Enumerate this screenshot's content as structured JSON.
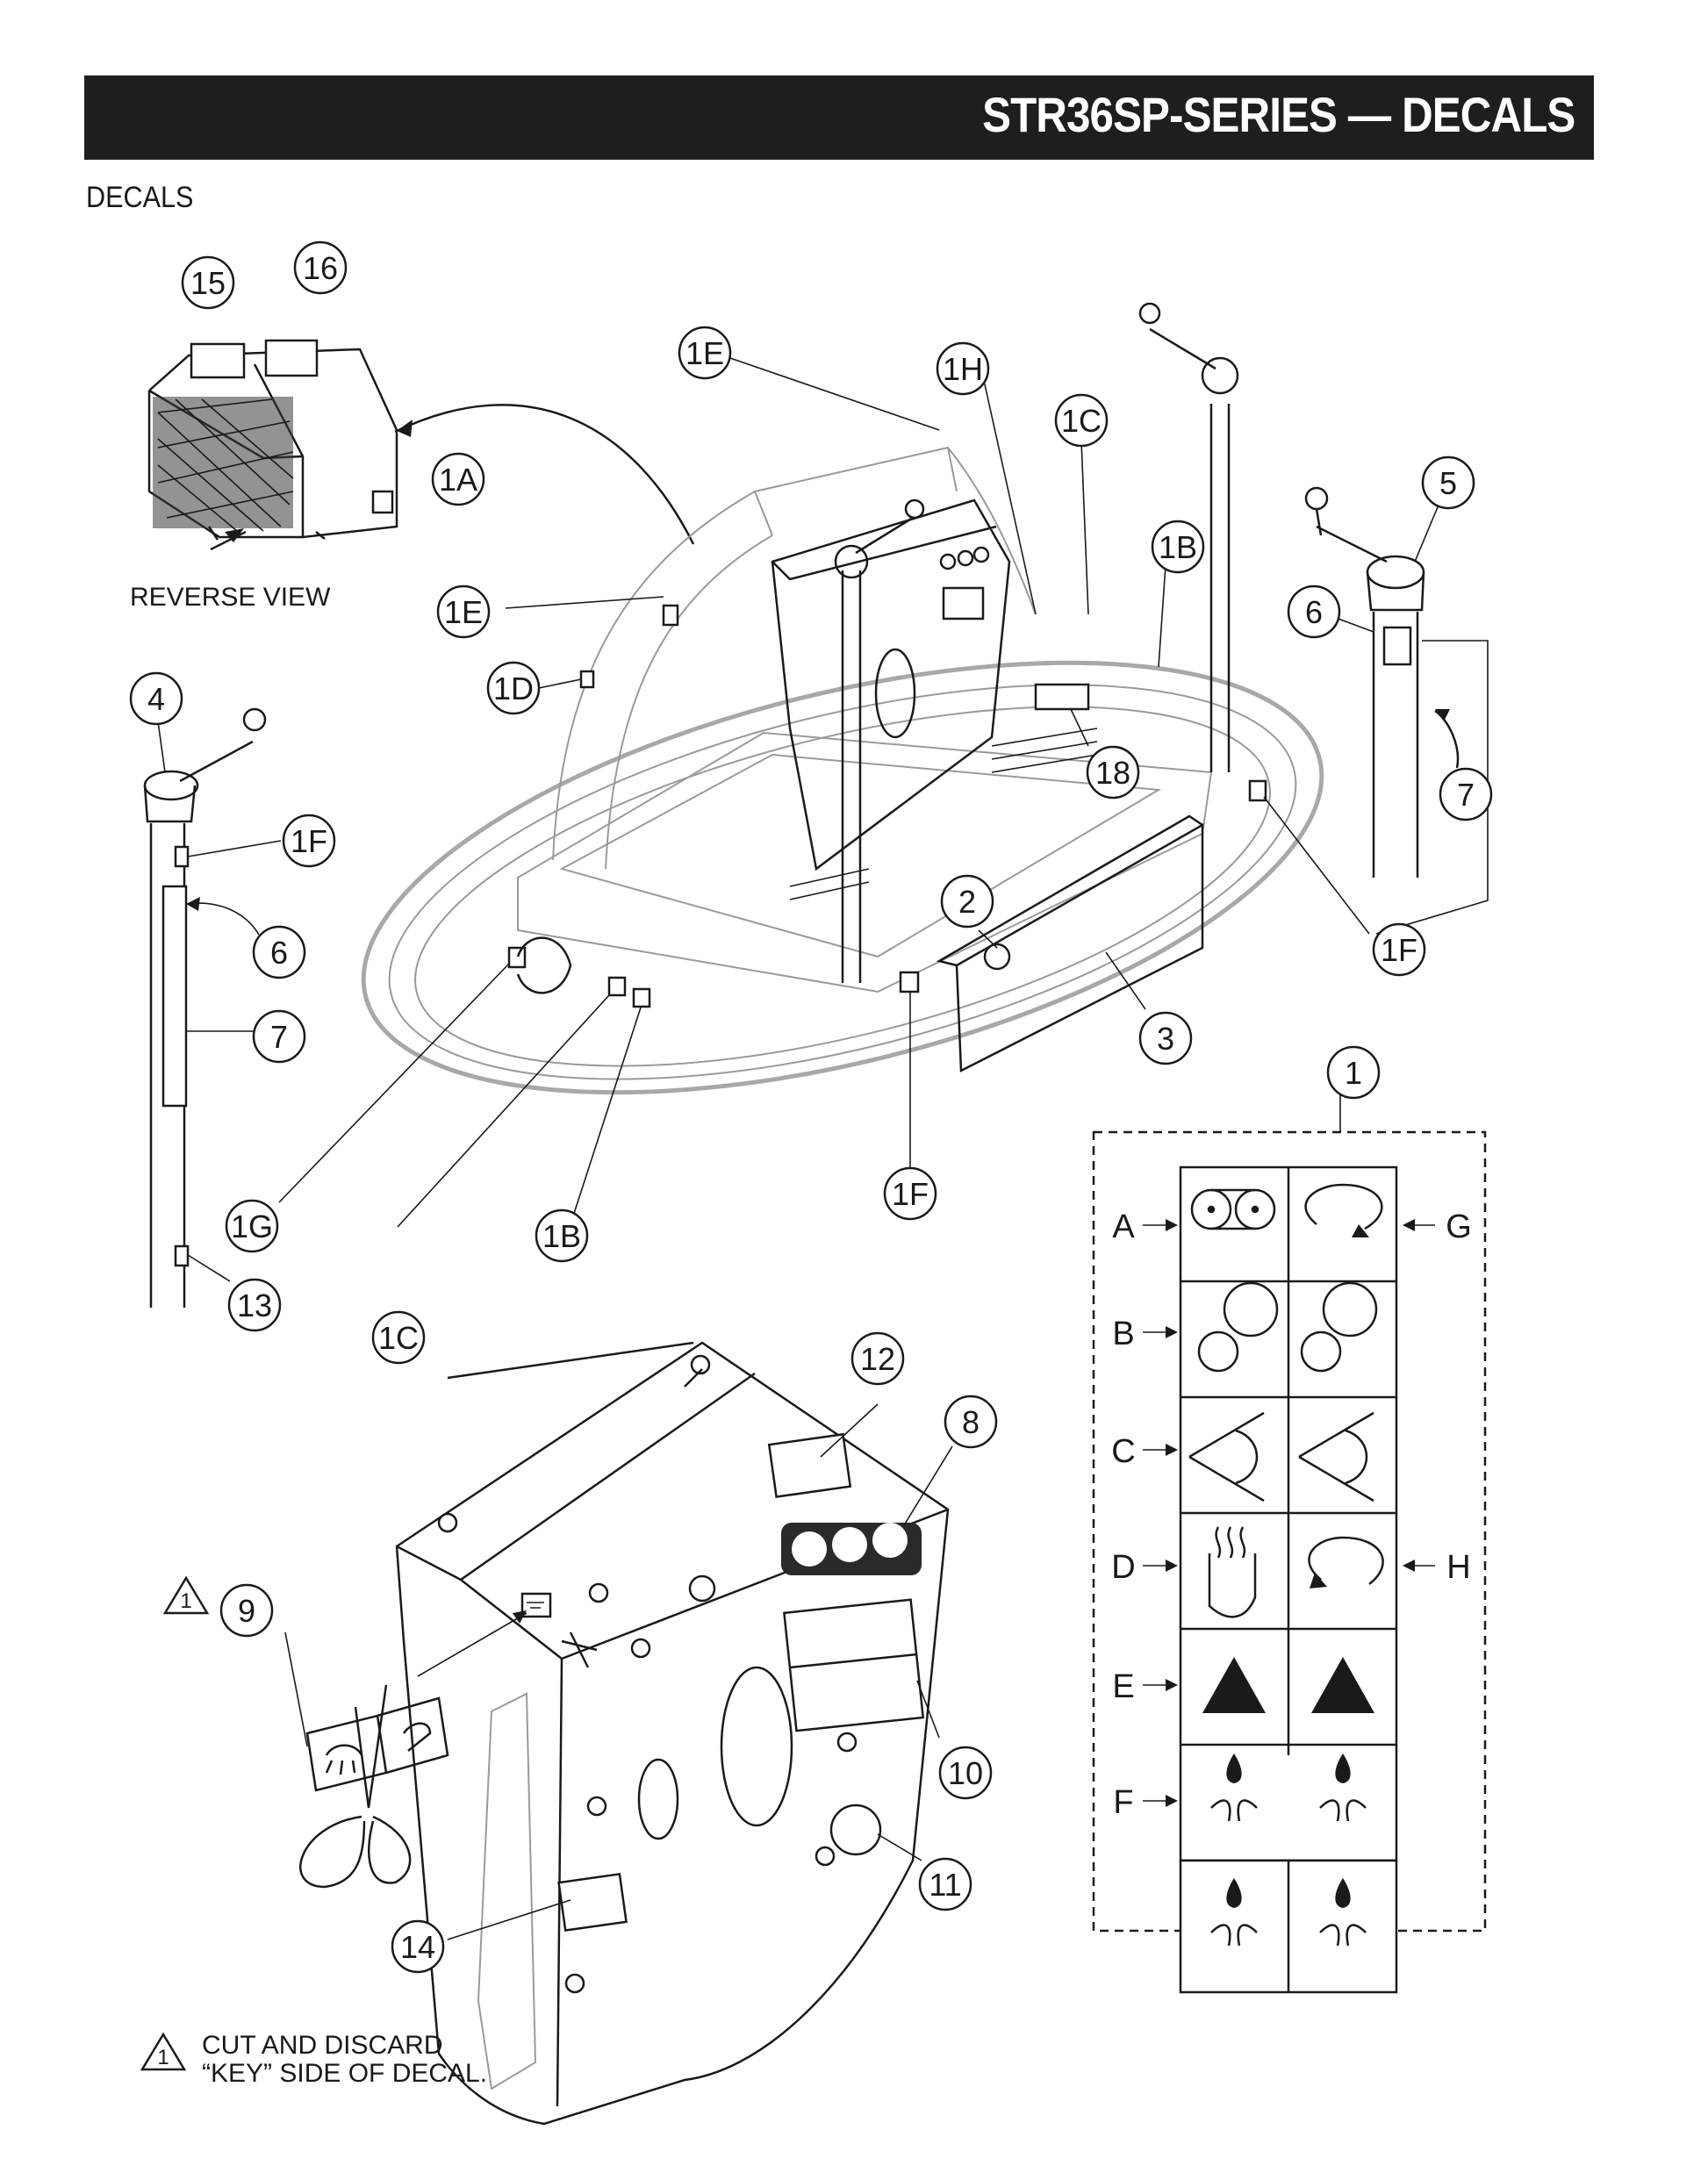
{
  "header": {
    "title": "STR36SP-SERIES — DECALS"
  },
  "section_label": "DECALS",
  "captions": {
    "reverse_view": "REVERSE VIEW",
    "note_line1": "CUT AND DISCARD",
    "note_line2": "“KEY” SIDE OF DECAL.",
    "note_number": "1"
  },
  "callouts": {
    "c15": "15",
    "c16": "16",
    "c1A": "1A",
    "c1E_top": "1E",
    "c1H": "1H",
    "c1C_top": "1C",
    "c5": "5",
    "c1B_top": "1B",
    "c6_right": "6",
    "c1E_mid": "1E",
    "c1D": "1D",
    "c7_right": "7",
    "c18": "18",
    "c4": "4",
    "c1F_left": "1F",
    "c6_left": "6",
    "c2": "2",
    "c1F_right": "1F",
    "c7_left": "7",
    "c3": "3",
    "c1": "1",
    "c1F_bottom": "1F",
    "c1G": "1G",
    "c1B_bottom": "1B",
    "c13": "13",
    "c1C_bottom": "1C",
    "c12": "12",
    "c8": "8",
    "c9": "9",
    "c10": "10",
    "c11": "11",
    "c14": "14"
  },
  "decal_letters": {
    "A": "A",
    "B": "B",
    "C": "C",
    "D": "D",
    "E": "E",
    "F": "F",
    "G": "G",
    "H": "H"
  }
}
